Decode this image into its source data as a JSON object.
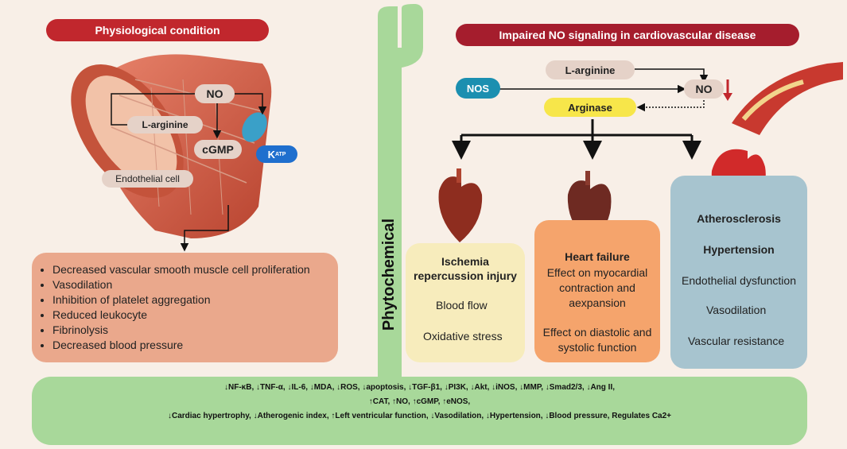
{
  "left": {
    "title": "Physiological condition",
    "no": "NO",
    "l_arginine": "L-arginine",
    "cgmp": "cGMP",
    "katp_k": "K",
    "katp_sub": "ATP",
    "endothelial": "Endothelial cell",
    "effects": [
      "Decreased vascular smooth muscle cell proliferation",
      "Vasodilation",
      "Inhibition of platelet aggregation",
      "Reduced leukocyte",
      "Fibrinolysis",
      "Decreased blood pressure"
    ]
  },
  "center": {
    "label": "Phytochemical"
  },
  "right": {
    "title": "Impaired NO signaling in cardiovascular disease",
    "l_arginine": "L-arginine",
    "nos": "NOS",
    "no": "NO",
    "arginase": "Arginase",
    "ischemia": {
      "title": "Ischemia repercussion injury",
      "blood_flow": "Blood flow",
      "oxidative": "Oxidative stress"
    },
    "heart_failure": {
      "title": "Heart failure",
      "line1": "Effect on myocardial contraction and aexpansion",
      "line2": "Effect on diastolic and systolic function"
    },
    "athero": {
      "title1": "Atherosclerosis",
      "title2": "Hypertension",
      "dysfunction": "Endothelial dysfunction",
      "vasodilation": "Vasodilation",
      "resistance": "Vascular resistance"
    }
  },
  "bottom": {
    "line1": "↓NF-κB, ↓TNF-α, ↓IL-6, ↓MDA, ↓ROS, ↓apoptosis, ↓TGF-β1, ↓PI3K, ↓Akt, ↓iNOS, ↓MMP, ↓Smad2/3, ↓Ang II,",
    "line2": "↑CAT, ↑NO, ↑cGMP, ↑eNOS,",
    "line3": "↓Cardiac hypertrophy, ↓Atherogenic index, ↑Left ventricular function, ↓Vasodilation, ↓Hypertension, ↓Blood pressure, Regulates Ca2+"
  },
  "colors": {
    "green": "#a8d89a",
    "red_title": "#c1272d",
    "ischemia_box": "#f7ecbc",
    "hf_box": "#f5a46c",
    "athero_box": "#a7c4cf",
    "effects_box": "#eaa88c"
  }
}
